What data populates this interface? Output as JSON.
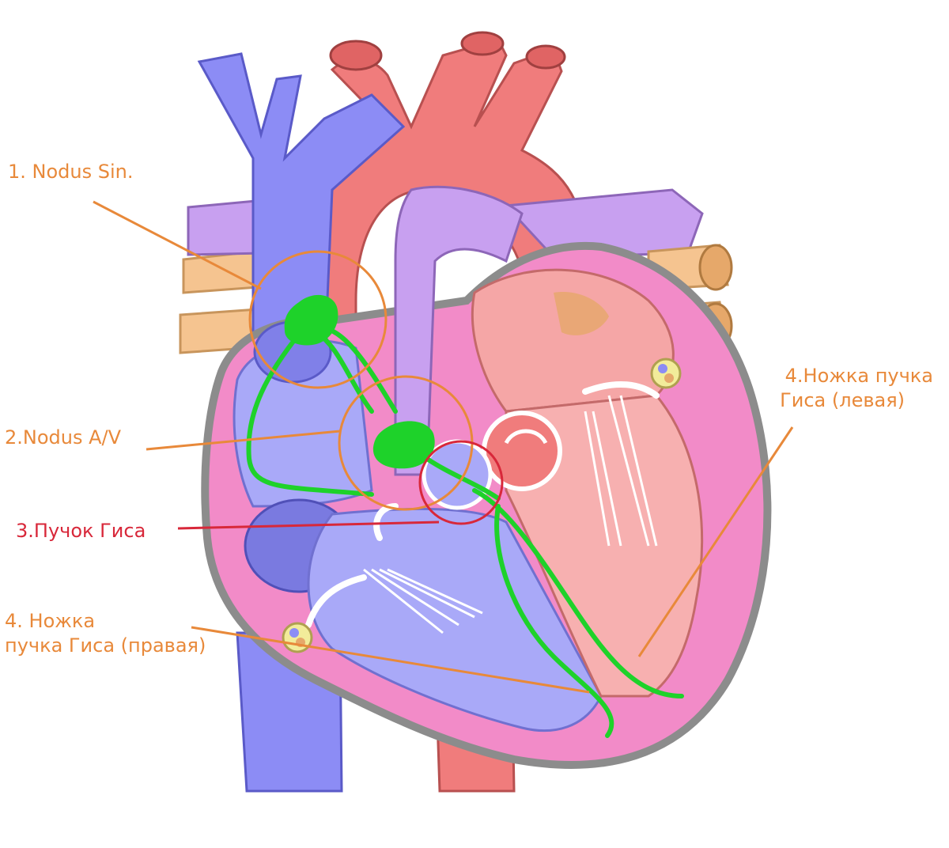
{
  "labels": {
    "sa_node": "1. Nodus Sin.",
    "av_node": "2.Nodus A/V",
    "bundle_his": "3.Пучок Гиса",
    "left_branch_line1": "4.Ножка пучка",
    "left_branch_line2": "Гиса (левая)",
    "right_branch_line1": "4. Ножка",
    "right_branch_line2": "пучка Гиса (правая)"
  },
  "colors": {
    "label_orange": "#e8893a",
    "label_red": "#d8283a",
    "conduction_green": "#1ed22a",
    "vein_blue": "#8c8cf5",
    "artery_red": "#f07c7c",
    "pulmonary_purple": "#c8a0f0",
    "myocardium_pink": "#f28bc8",
    "pericardium_gray": "#9a9a9a",
    "pulmonary_vein_tan": "#f5c490"
  }
}
